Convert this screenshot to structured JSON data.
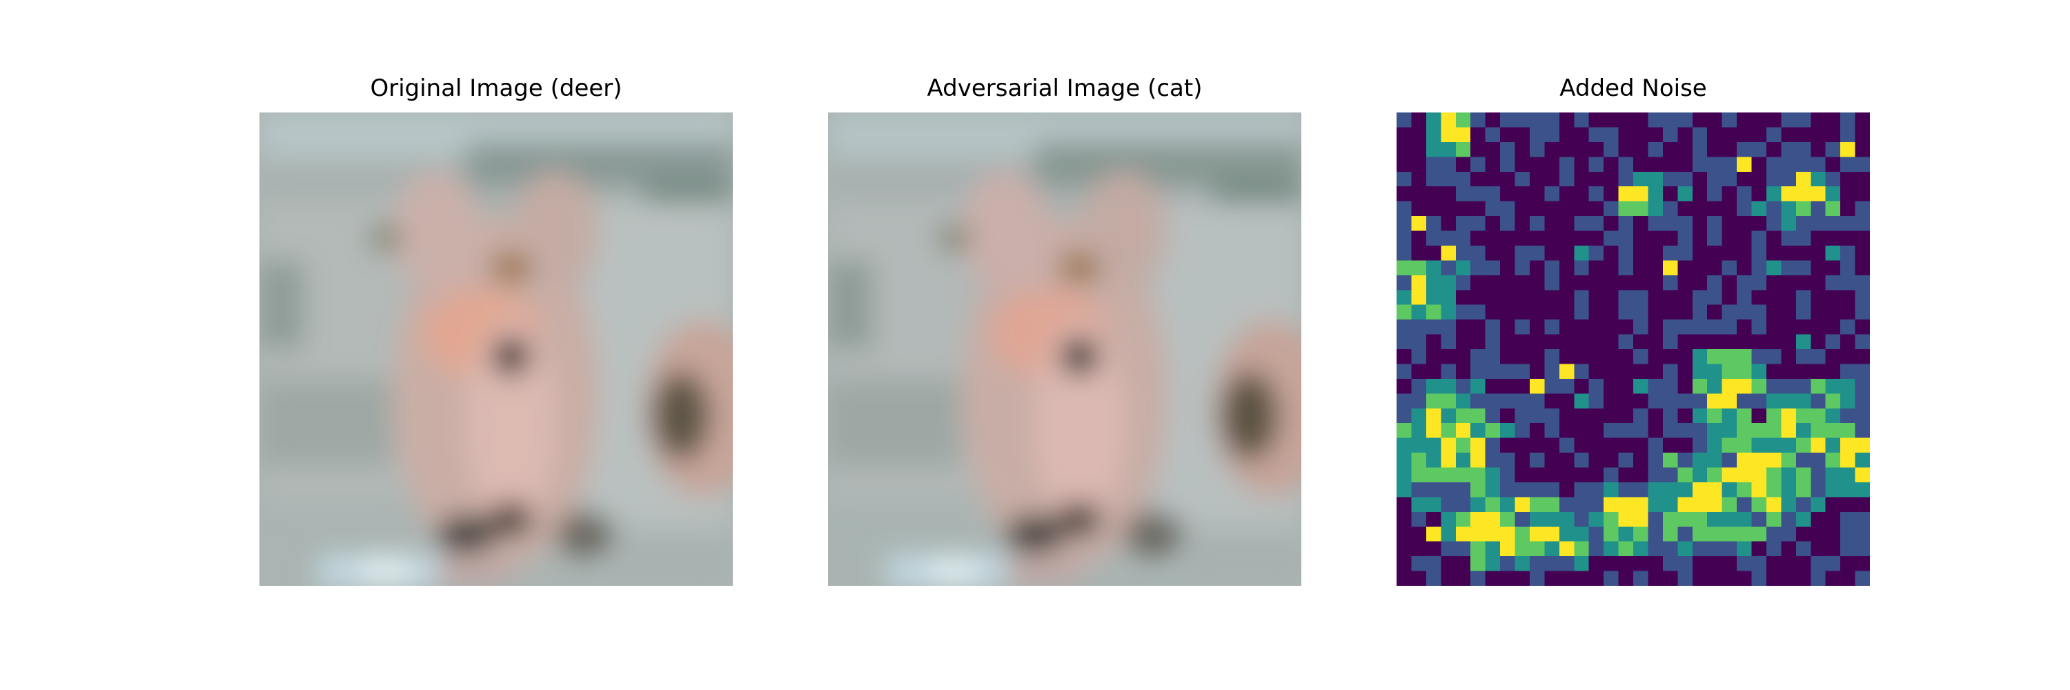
{
  "figure": {
    "panels": [
      {
        "title": "Original Image (deer)"
      },
      {
        "title": "Adversarial Image (cat)"
      },
      {
        "title": "Added Noise"
      }
    ]
  },
  "noise_colormap": [
    "#440154",
    "#3b528b",
    "#21918c",
    "#5ec962",
    "#fde725"
  ]
}
